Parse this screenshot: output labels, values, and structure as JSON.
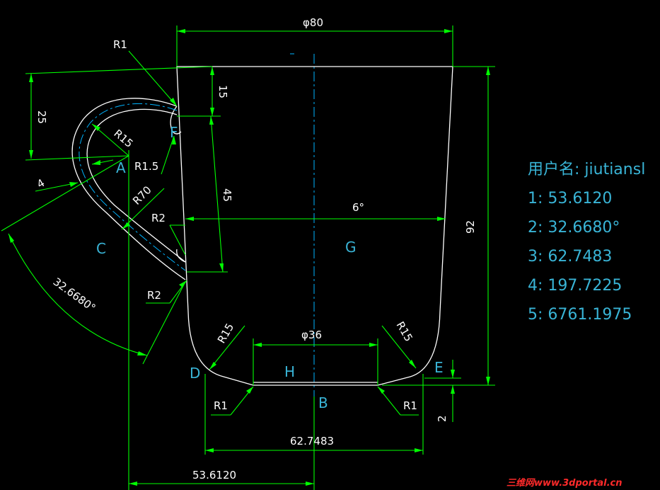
{
  "dimensions": {
    "dia80": "φ80",
    "r1_top": "R1",
    "d15": "15",
    "d25": "25",
    "r15_handle": "R15",
    "r1_5": "R1.5",
    "d4": "4",
    "r70": "R70",
    "d45": "45",
    "r2_upper": "R2",
    "r2_lower": "R2",
    "angle_6": "6°",
    "d92": "92",
    "angle_32": "32.6680°",
    "r15_left": "R15",
    "r15_right": "R15",
    "dia36": "φ36",
    "r1_left": "R1",
    "r1_right": "R1",
    "d2": "2",
    "d62": "62.7483",
    "d53": "53.6120"
  },
  "points": {
    "A": "A",
    "B": "B",
    "C": "C",
    "D": "D",
    "E": "E",
    "F": "F",
    "G": "G",
    "H": "H"
  },
  "info": {
    "user": "用户名: jiutiansl",
    "r1": "1: 53.6120",
    "r2": "2: 32.6680°",
    "r3": "3: 62.7483",
    "r4": "4: 197.7225",
    "r5": "5: 6761.1975"
  },
  "watermark": "三维网www.3dportal.cn",
  "colors": {
    "background": "#000000",
    "geometry": "#ffffff",
    "dimension": "#00ff00",
    "centerline": "#00b4ff",
    "label": "#39b4d6",
    "watermark": "#ff2a2a"
  }
}
